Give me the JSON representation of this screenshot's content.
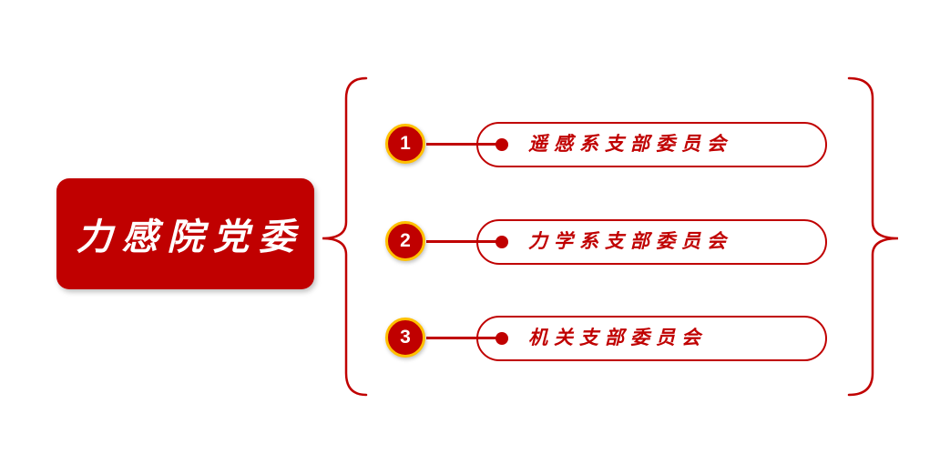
{
  "root": {
    "title": "力感院党委"
  },
  "items": [
    {
      "number": "1",
      "label": "遥感系支部委员会"
    },
    {
      "number": "2",
      "label": "力学系支部委员会"
    },
    {
      "number": "3",
      "label": "机关支部委员会"
    }
  ],
  "colors": {
    "primary_red": "#C00000",
    "gold_ring": "#FFC000",
    "text_on_red": "#FFFFFF",
    "background": "#FFFFFF"
  }
}
